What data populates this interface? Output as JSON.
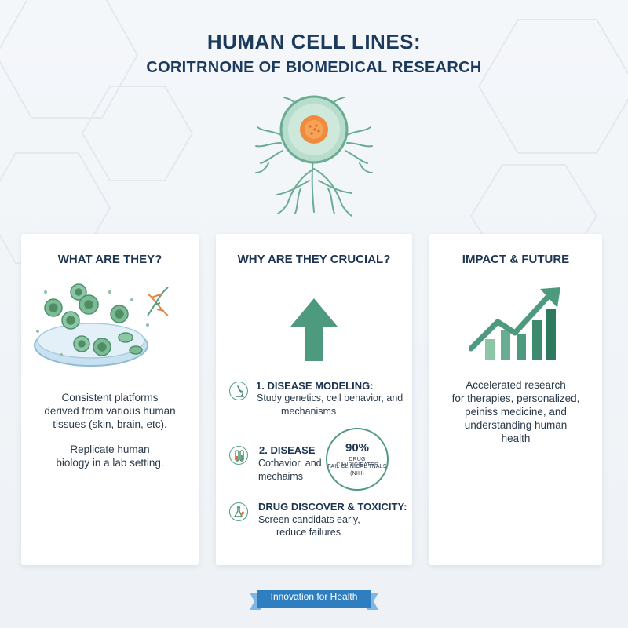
{
  "header": {
    "title_line1": "HUMAN CELL LINES:",
    "title_line2": "CORITRNONE OF BIOMEDICAL RESEARCH"
  },
  "colors": {
    "navy": "#1c3a5c",
    "teal": "#4e9a7e",
    "banner_blue": "#2f7fc0",
    "banner_light": "#7fb6e4"
  },
  "cards": {
    "what": {
      "title": "WHAT ARE THEY?",
      "line1": "Consistent platforms",
      "line2": "derived from various human",
      "line3": "tissues (skin, brain, etc).",
      "line4": "Replicate human",
      "line5": "biology in a lab setting.",
      "illustration": "petri-dish-cells-icon"
    },
    "why": {
      "title": "WHY ARE THEY CRUCIAL?",
      "arrow_icon": "up-arrow-icon",
      "items": [
        {
          "icon": "microscope-icon",
          "title": "1. DISEASE MODELING:",
          "line1": "Study genetics, cell behavior, and",
          "line2": "mechanisms"
        },
        {
          "icon": "test-tubes-icon",
          "title": "2. DISEASE",
          "line1": "Cothavior, and",
          "line2": "mechaims"
        },
        {
          "icon": "flask-heart-icon",
          "title": "DRUG DISCOVER & TOXICITY:",
          "line1": "Screen candidats early,",
          "line2": "reduce failures"
        }
      ],
      "stat": {
        "value": "90%",
        "line1": "DRUG CANDICIEATES",
        "line2": "FAIL CLINICAL TNALS",
        "line3": "(NIH)"
      }
    },
    "impact": {
      "title": "IMPACT & FUTURE",
      "line1": "Accelerated research",
      "line2": "for therapies, personalized,",
      "line3": "peiniss medicine, and",
      "line4": "understanding human",
      "line5": "health",
      "chart_icon": "growth-chart-icon"
    }
  },
  "footer": {
    "banner_label": "Innovation for Health"
  }
}
